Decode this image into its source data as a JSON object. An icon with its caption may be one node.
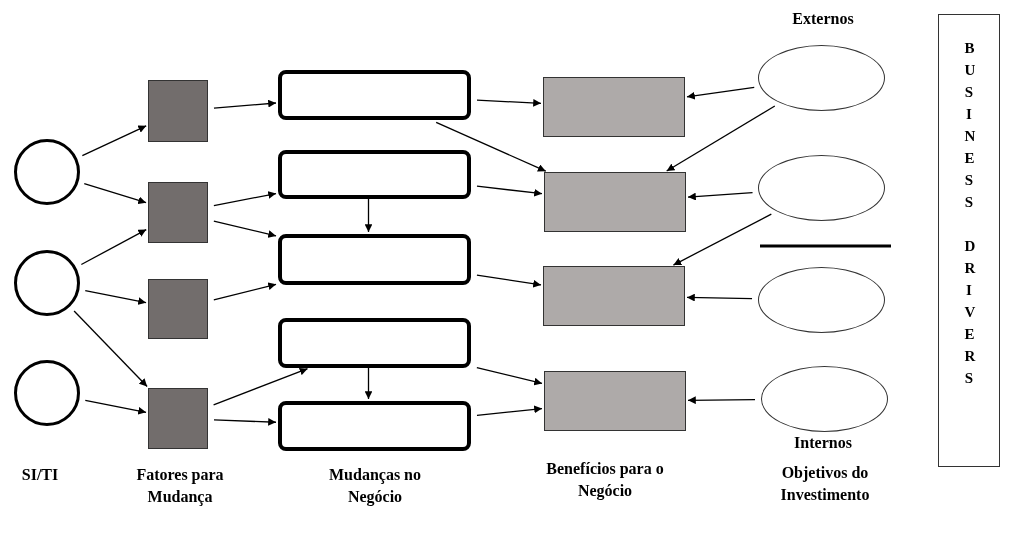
{
  "diagram": {
    "nodes": [
      {
        "text": [],
        "shape": "circle"
      },
      {
        "text": [],
        "shape": "circle"
      },
      {
        "text": [],
        "shape": "circle"
      },
      {
        "text": [],
        "shape": "box"
      },
      {
        "text": [],
        "shape": "box"
      },
      {
        "text": [],
        "shape": "box"
      },
      {
        "text": [],
        "shape": "box"
      },
      {
        "text": [],
        "shape": "box"
      },
      {
        "text": [],
        "shape": "box"
      },
      {
        "text": [],
        "shape": "box"
      },
      {
        "text": [],
        "shape": "box"
      },
      {
        "text": [],
        "shape": "box"
      },
      {
        "text": [],
        "shape": "box"
      },
      {
        "text": [],
        "shape": "box"
      },
      {
        "text": [],
        "shape": "box"
      },
      {
        "text": [],
        "shape": "box"
      },
      {
        "text": [],
        "shape": "ellipse"
      },
      {
        "text": [],
        "shape": "ellipse"
      },
      {
        "text": [],
        "shape": "ellipse"
      },
      {
        "text": [],
        "shape": "ellipse"
      },
      {
        "text": [
          "BUSINESS DRIVERS"
        ]
      }
    ],
    "edges": [
      {
        "from": 0,
        "to": 3,
        "arrow": "to"
      },
      {
        "from": 0,
        "to": 4,
        "arrow": "to"
      },
      {
        "from": 1,
        "to": 4,
        "arrow": "to"
      },
      {
        "from": 1,
        "to": 5,
        "arrow": "to"
      },
      {
        "from": 1,
        "to": 6,
        "arrow": "to"
      },
      {
        "from": 2,
        "to": 6,
        "arrow": "to"
      },
      {
        "from": 3,
        "to": 7,
        "arrow": "to"
      },
      {
        "from": 4,
        "to": 8,
        "arrow": "to"
      },
      {
        "from": 4,
        "to": 9,
        "arrow": "to"
      },
      {
        "from": 5,
        "to": 9,
        "arrow": "to"
      },
      {
        "from": 6,
        "to": 10,
        "arrow": "to"
      },
      {
        "from": 6,
        "to": 11,
        "arrow": "to"
      },
      {
        "from": 8,
        "to": 9,
        "arrow": "to"
      },
      {
        "from": 10,
        "to": 11,
        "arrow": "to"
      },
      {
        "from": 7,
        "to": 12,
        "arrow": "to"
      },
      {
        "from": 7,
        "to": 13,
        "arrow": "to"
      },
      {
        "from": 8,
        "to": 13,
        "arrow": "to"
      },
      {
        "from": 9,
        "to": 14,
        "arrow": "to"
      },
      {
        "from": 10,
        "to": 15,
        "arrow": "to"
      },
      {
        "from": 11,
        "to": 15,
        "arrow": "to"
      },
      {
        "from": 16,
        "to": 12,
        "arrow": "to"
      },
      {
        "from": 16,
        "to": 13,
        "arrow": "to"
      },
      {
        "from": 17,
        "to": 13,
        "arrow": "to"
      },
      {
        "from": 17,
        "to": 14,
        "arrow": "to"
      },
      {
        "from": 18,
        "to": 14,
        "arrow": "to"
      },
      {
        "from": 19,
        "to": 15,
        "arrow": "to"
      }
    ],
    "labels": [
      "Externos",
      "Internos",
      "SI/TI",
      "Fatores para Mudança",
      "Mudanças no Negócio",
      "Benefícios para o Negócio",
      "Objetivos do Investimento"
    ]
  }
}
